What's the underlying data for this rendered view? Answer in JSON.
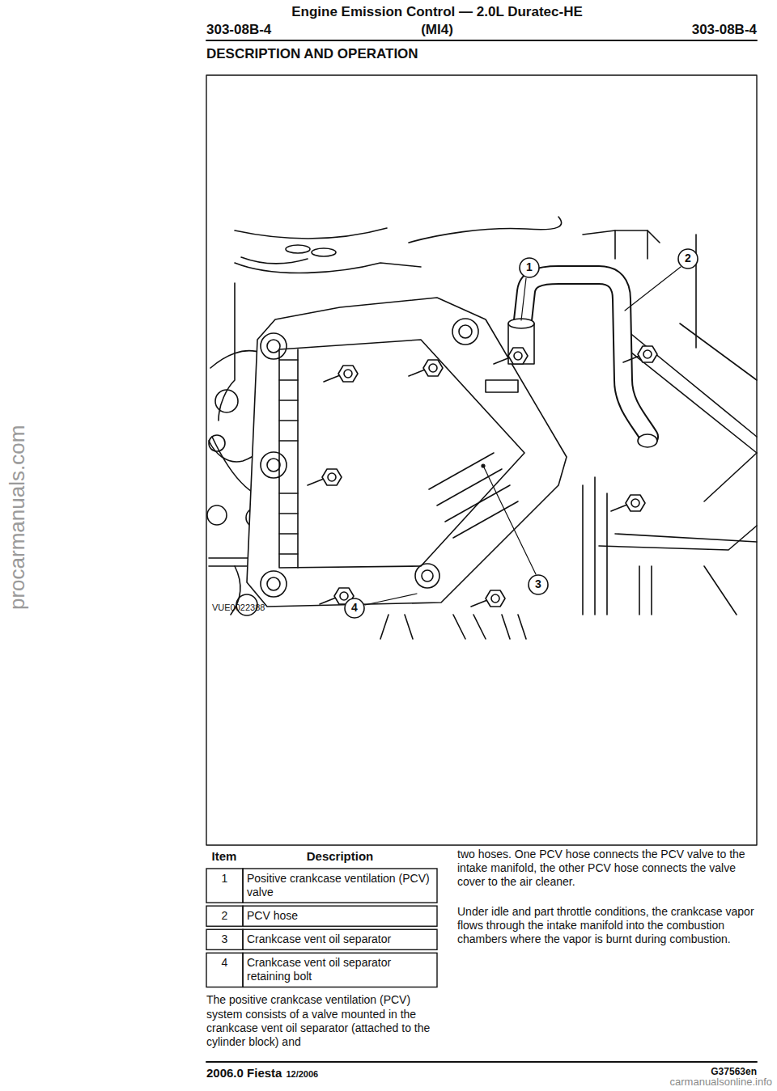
{
  "diagram": {
    "title": "Engine Emission Control — 2.0L Duratec-HE",
    "labels": [
      "303-08B-4",
      "(MI4)",
      "303-08B-4",
      "DESCRIPTION AND OPERATION",
      "1",
      "2",
      "3",
      "4",
      "VUE0022388",
      "Item",
      "Description",
      "1",
      "Positive crankcase ventilation (PCV) valve",
      "2",
      "PCV hose",
      "3",
      "Crankcase vent oil separator",
      "4",
      "Crankcase vent oil separator retaining bolt",
      "The positive crankcase ventilation (PCV) system consists of a valve mounted in the crankcase vent oil separator (attached to the cylinder block) and",
      "two hoses. One PCV hose connects the PCV valve to the intake manifold, the other PCV hose connects the valve cover to the air cleaner.",
      "Under idle and part throttle conditions, the crankcase vapor flows through the intake manifold into the combustion chambers where the vapor is burnt during combustion.",
      "2006.0 Fiesta",
      "12/2006",
      "G37563en",
      "procarmanuals.com",
      "carmanualsonline.info"
    ]
  }
}
